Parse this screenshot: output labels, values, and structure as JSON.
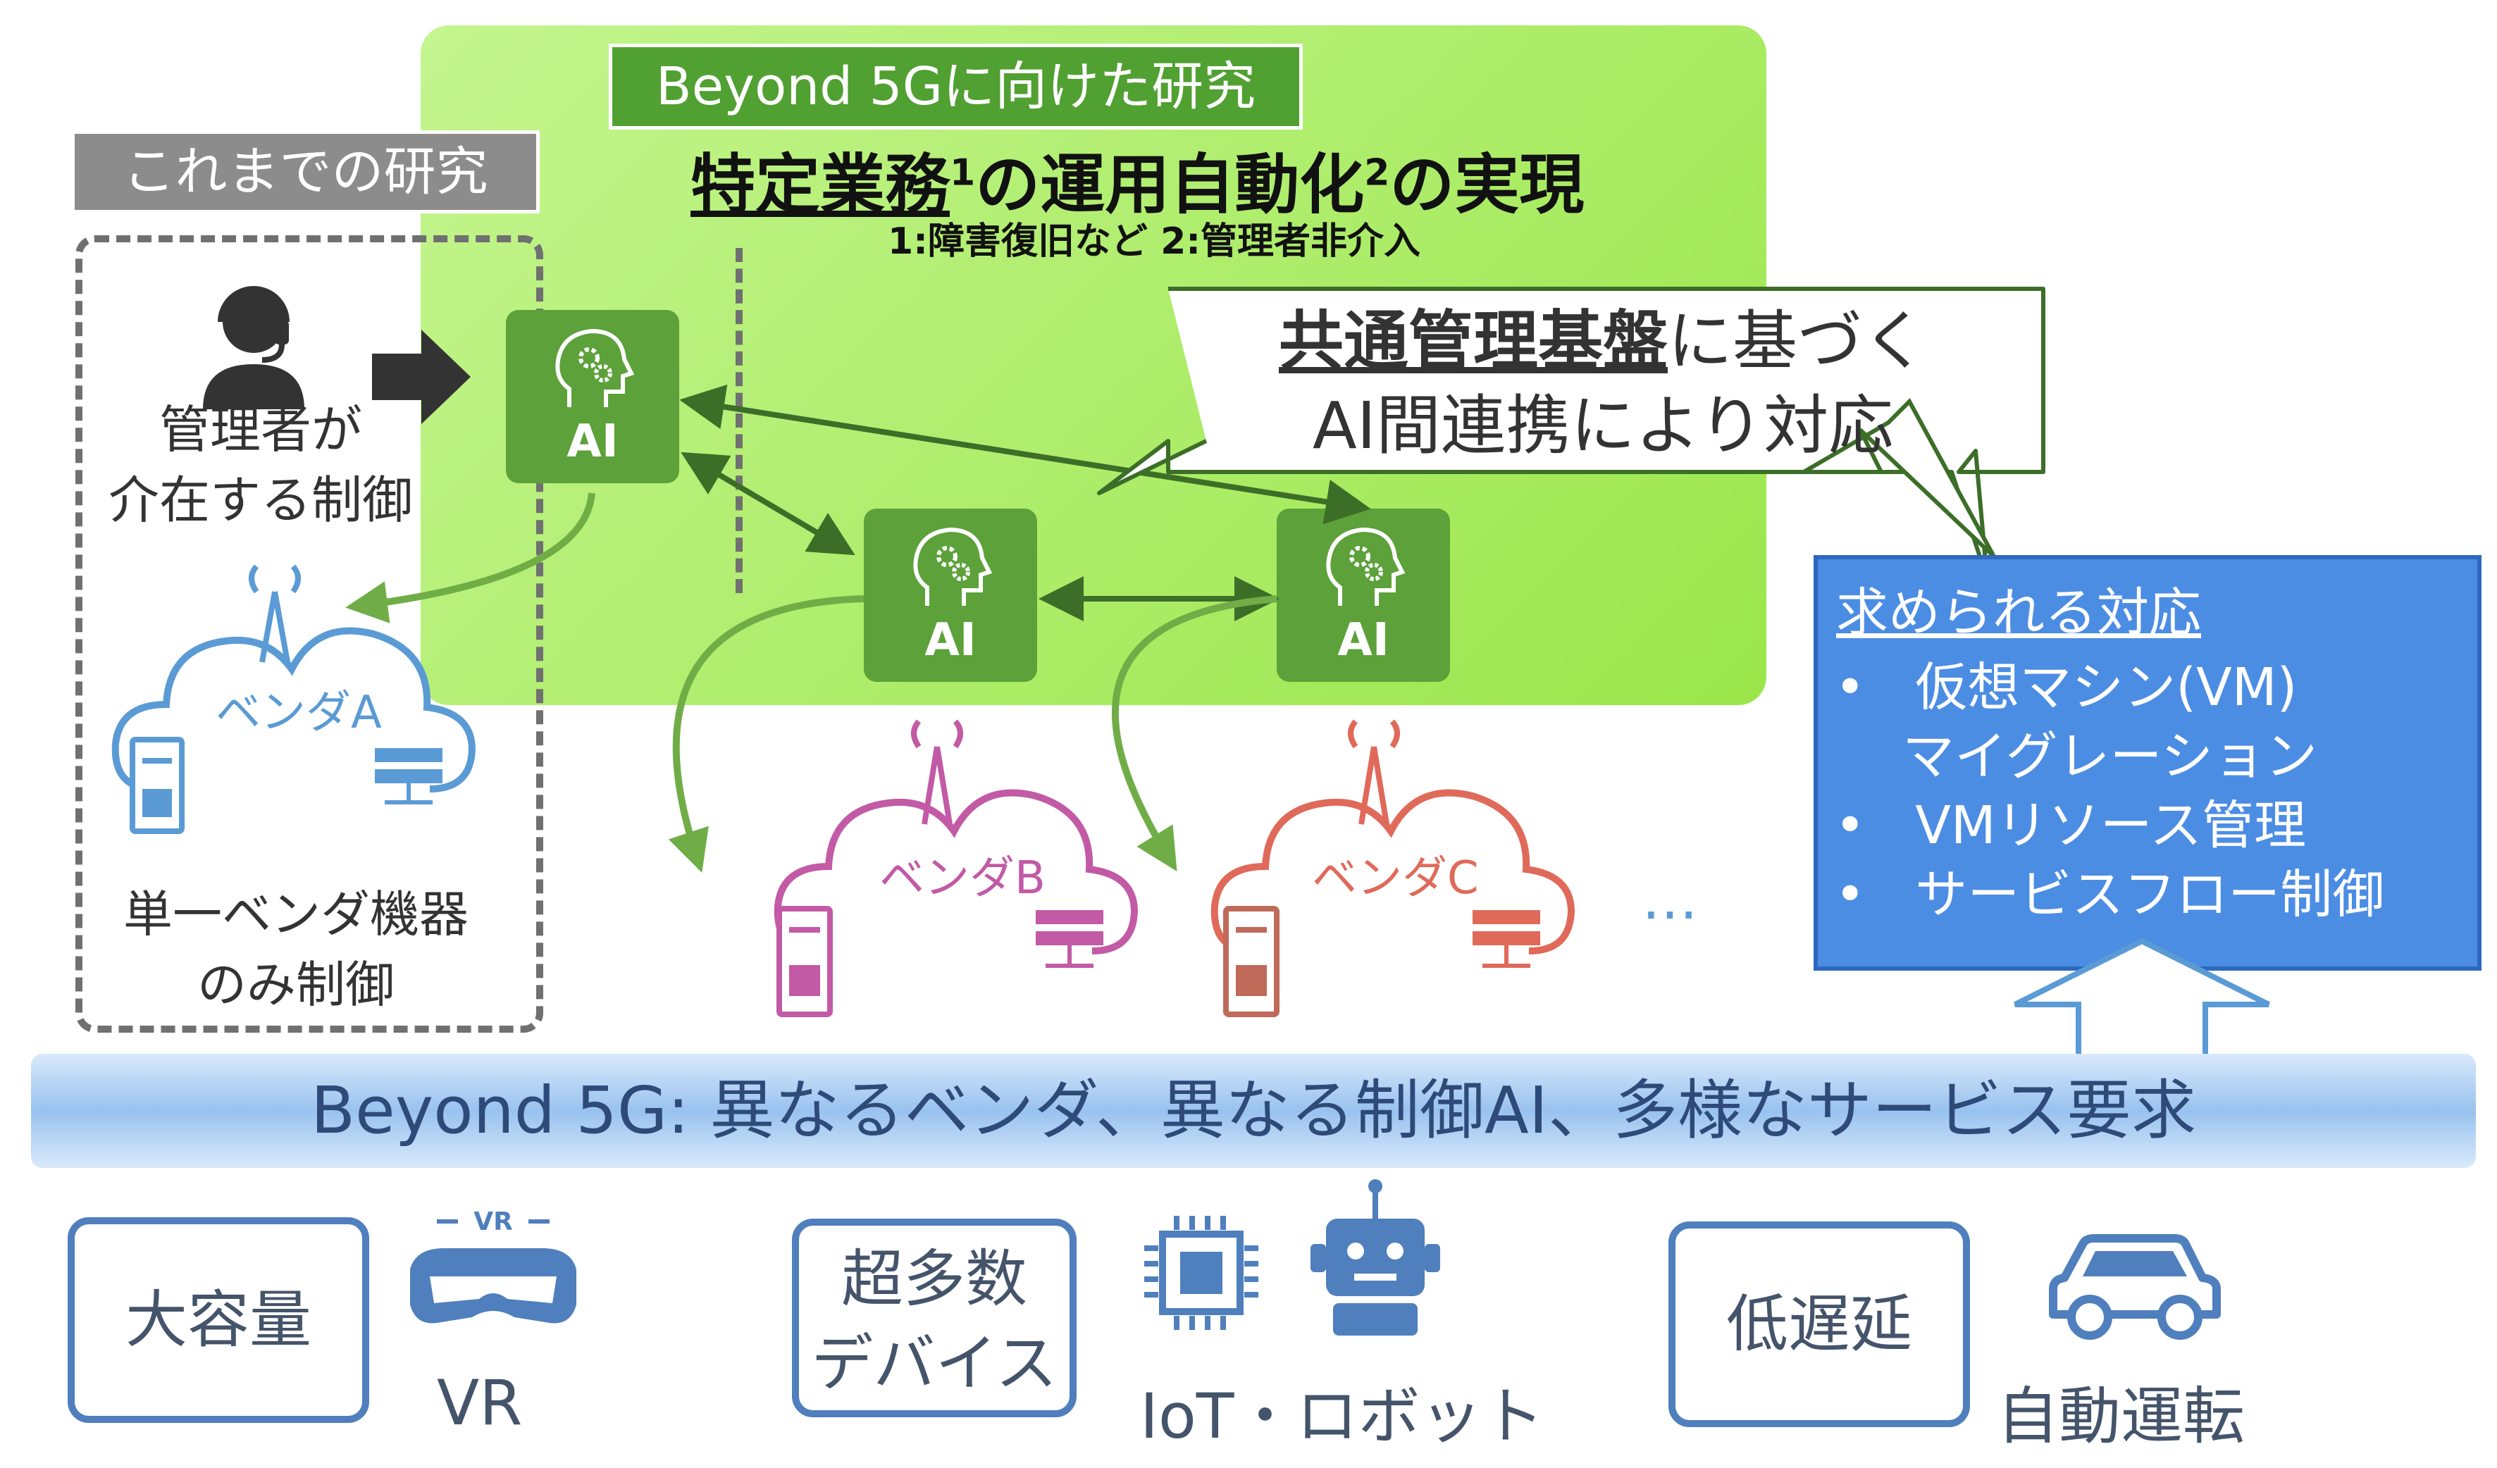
{
  "header": {
    "beyond_tag": "Beyond 5Gに向けた研究",
    "previous_tag": "これまでの研究",
    "title_part1": "特定業務",
    "title_sup1": "1",
    "title_part2": "の運用自動化",
    "title_sup2": "2",
    "title_part3": "の実現",
    "footnote": "1:障害復旧など 2:管理者非介入"
  },
  "previous": {
    "admin_line1": "管理者が",
    "admin_line2": "介在する制御",
    "single_line1": "単一ベンダ機器",
    "single_line2": "のみ制御"
  },
  "ai_nodes": [
    "AI",
    "AI",
    "AI"
  ],
  "vendors": [
    {
      "label": "ベンダA",
      "color": "#5b9bd5"
    },
    {
      "label": "ベンダB",
      "color": "#c25aa6"
    },
    {
      "label": "ベンダC",
      "color": "#e06a5a"
    }
  ],
  "more": "…",
  "callout": {
    "line1_underlined": "共通管理基盤",
    "line1_rest": "に基づく",
    "line2": "AI間連携により対応"
  },
  "required": {
    "title": "求められる対応",
    "items": [
      "仮想マシン(VM)",
      "マイグレーション",
      "VMリソース管理",
      "サービスフロー制御"
    ]
  },
  "banner": "Beyond 5G: 異なるベンダ、異なる制御AI、多様なサービス要求",
  "requirements": [
    {
      "label": "大容量",
      "caption": "VR",
      "icon_text": "VR"
    },
    {
      "label_line1": "超多数",
      "label_line2": "デバイス",
      "caption": "IoT・ロボット"
    },
    {
      "label": "低遅延",
      "caption": "自動運転"
    }
  ],
  "colors": {
    "green_panel": "#9be64b",
    "ai_green": "#5ca13a",
    "blue_box": "#4c8de4",
    "icon_blue": "#4f7fbd"
  }
}
